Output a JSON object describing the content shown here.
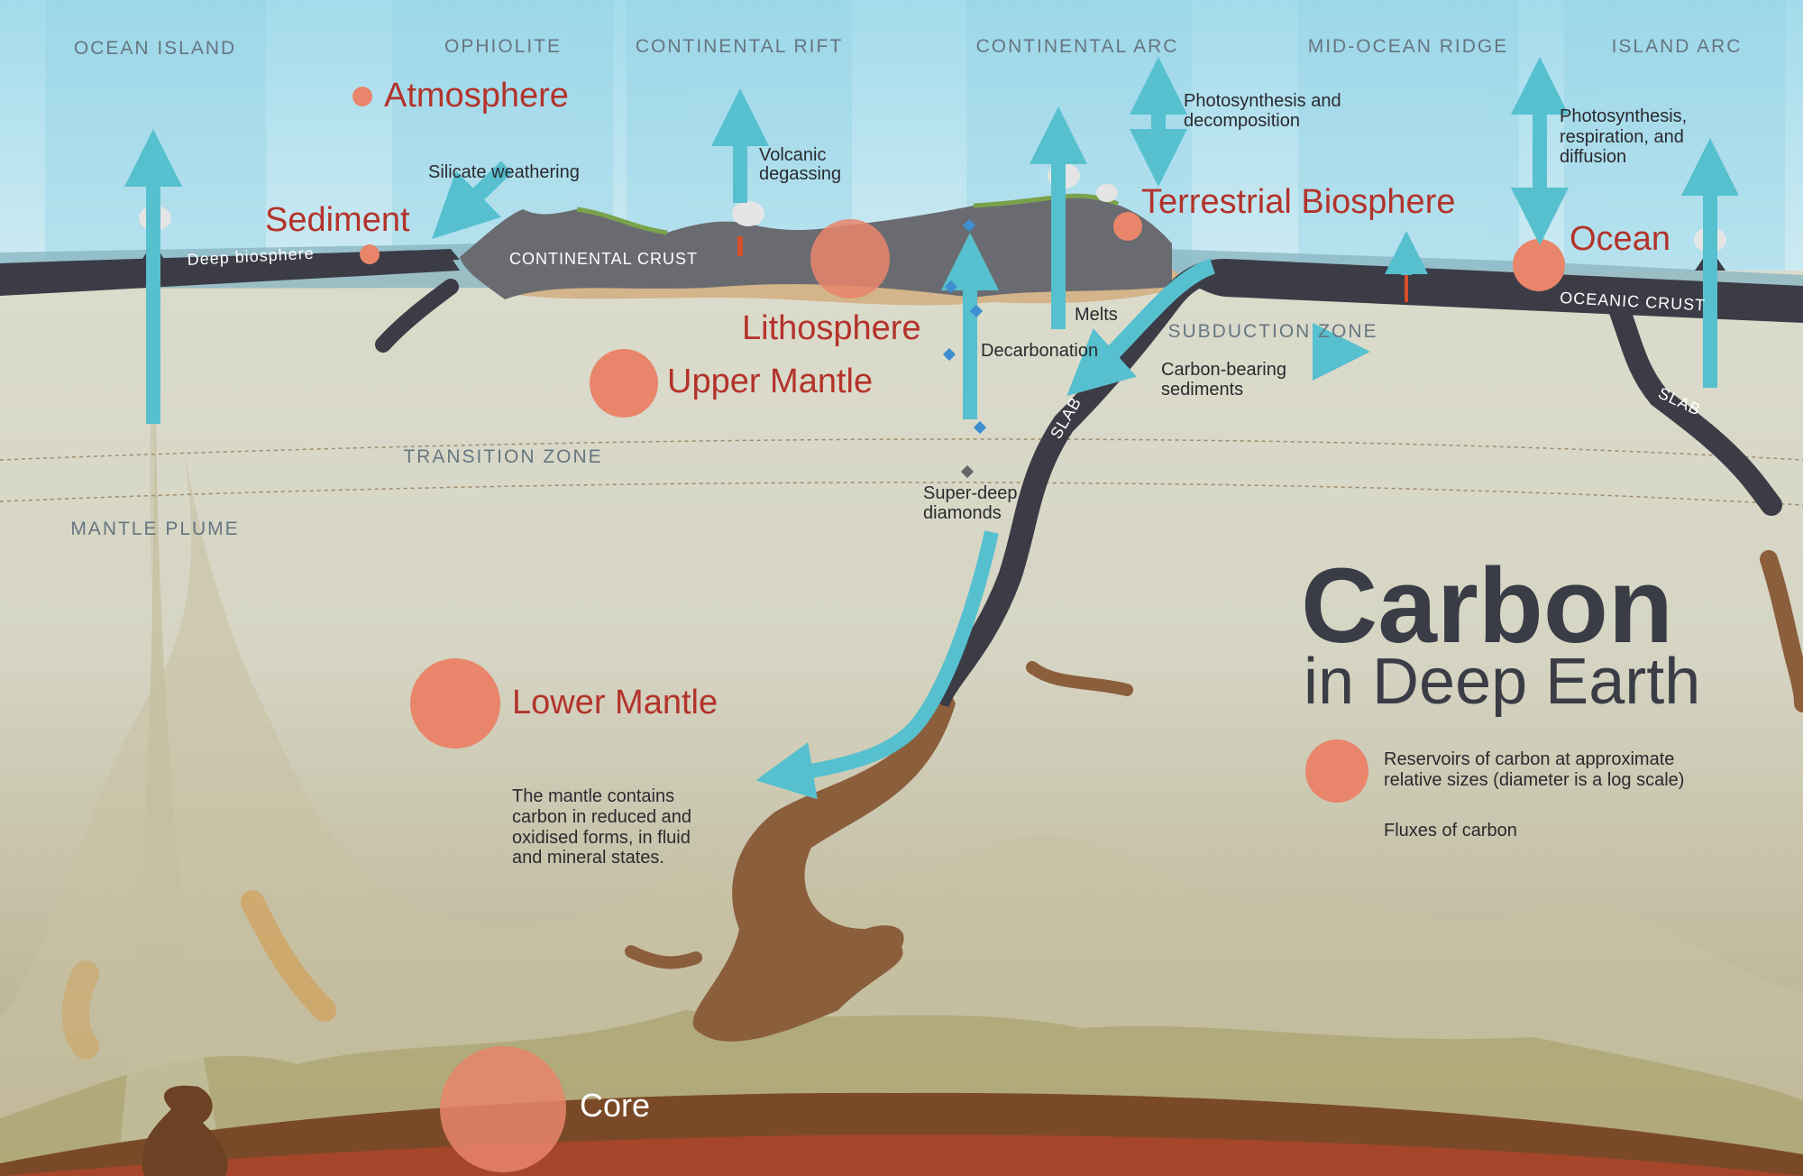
{
  "zones": {
    "ocean_island": "OCEAN ISLAND",
    "ophiolite": "OPHIOLITE",
    "continental_rift": "CONTINENTAL RIFT",
    "continental_arc": "CONTINENTAL ARC",
    "mid_ocean_ridge": "MID-OCEAN RIDGE",
    "island_arc": "ISLAND ARC",
    "subduction_zone": "SUBDUCTION ZONE",
    "transition_zone": "TRANSITION ZONE",
    "mantle_plume": "MANTLE PLUME"
  },
  "reservoirs": {
    "atmosphere": "Atmosphere",
    "sediment": "Sediment",
    "lithosphere": "Lithosphere",
    "upper_mantle": "Upper Mantle",
    "lower_mantle": "Lower Mantle",
    "terrestrial_biosphere": "Terrestrial Biosphere",
    "ocean": "Ocean",
    "core": "Core"
  },
  "labels": {
    "deep_biosphere": "Deep biosphere",
    "continental_crust": "CONTINENTAL  CRUST",
    "oceanic_crust": "OCEANIC CRUST",
    "slab": "SLAB",
    "silicate_weathering": "Silicate weathering",
    "volcanic_degassing": [
      "Volcanic",
      "degassing"
    ],
    "photosynthesis_decomposition": [
      "Photosynthesis and",
      "decomposition"
    ],
    "photosynthesis_respiration": [
      "Photosynthesis,",
      "respiration, and",
      "diffusion"
    ],
    "melts": "Melts",
    "decarbonation": "Decarbonation",
    "carbon_sediments": [
      "Carbon-bearing",
      "sediments"
    ],
    "super_deep_diamonds": [
      "Super-deep",
      "diamonds"
    ],
    "mantle_note": [
      "The mantle contains",
      "carbon in reduced and",
      "oxidised forms, in fluid",
      "and mineral states."
    ]
  },
  "title": {
    "main": "Carbon",
    "sub": "in Deep Earth"
  },
  "legend": {
    "reservoirs": [
      "Reservoirs of carbon at approximate",
      "relative sizes (diameter is a log scale)"
    ],
    "fluxes": "Fluxes of carbon"
  },
  "colors": {
    "sky": "#a9dded",
    "mantle": "#dcdccf",
    "slab": "#3c3c46",
    "flux_arrow": "#56c0cf",
    "reservoir_circle": "#e8856a",
    "reservoir_text": "#b3332b",
    "continental_crust": "#6a6b70",
    "brown_slab": "#8b5e3c",
    "core": "#7a4a28"
  }
}
